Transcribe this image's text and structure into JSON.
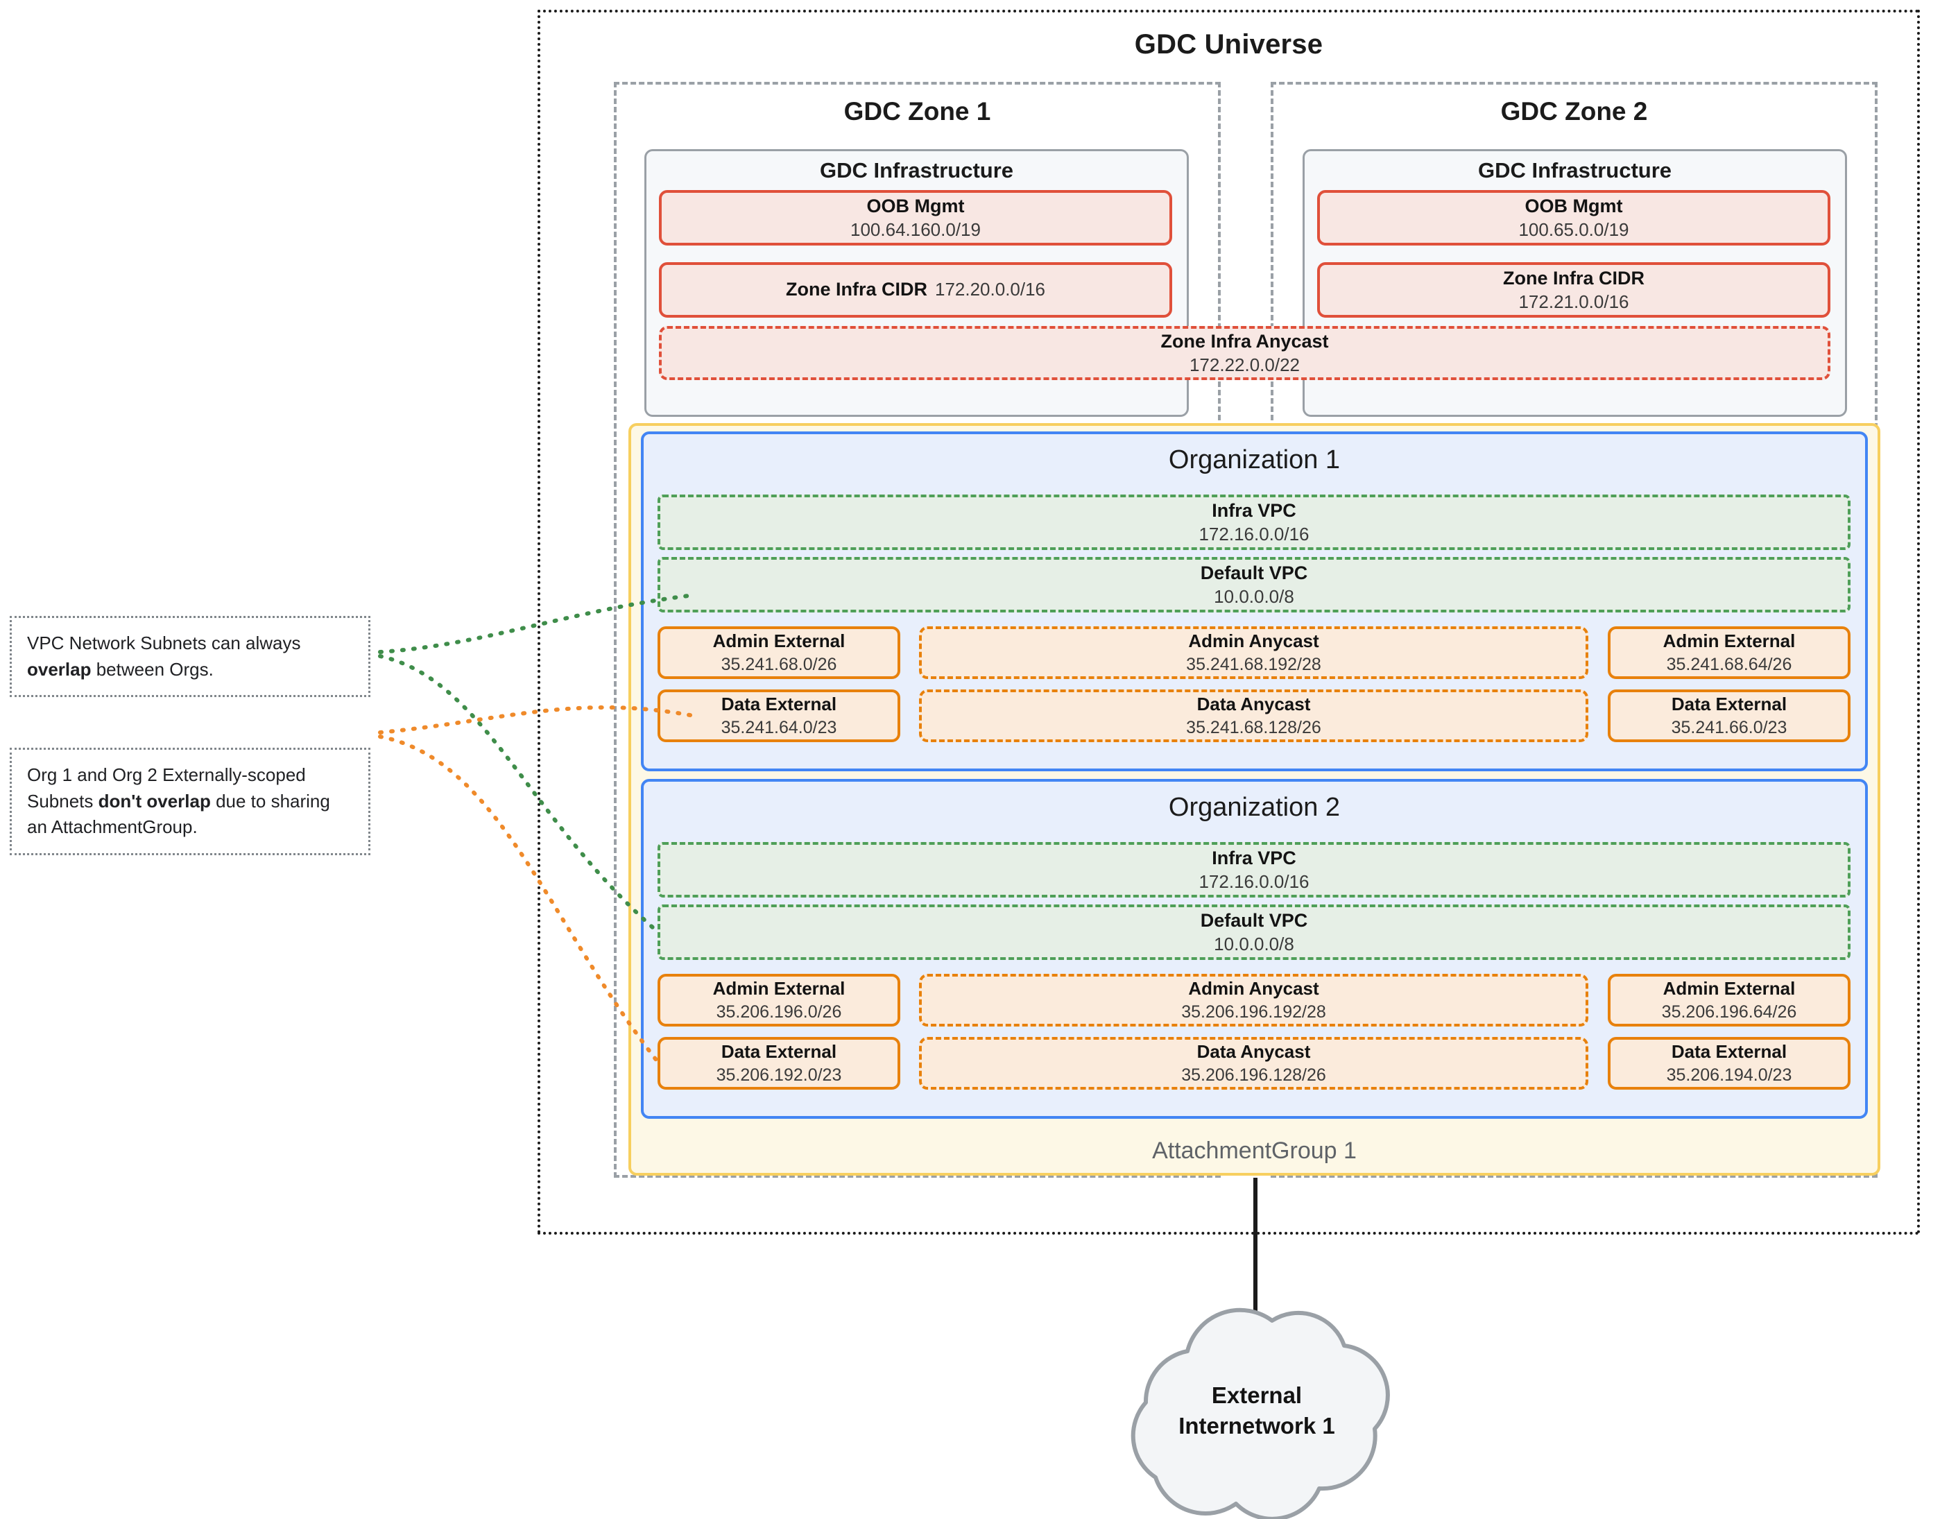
{
  "universe": {
    "title": "GDC Universe"
  },
  "zones": [
    {
      "title": "GDC Zone 1",
      "infra_title": "GDC Infrastructure",
      "oob": {
        "label": "OOB Mgmt",
        "cidr": "100.64.160.0/19"
      },
      "zone_cidr": {
        "label": "Zone Infra CIDR",
        "cidr": "172.20.0.0/16"
      }
    },
    {
      "title": "GDC Zone 2",
      "infra_title": "GDC Infrastructure",
      "oob": {
        "label": "OOB Mgmt",
        "cidr": "100.65.0.0/19"
      },
      "zone_cidr": {
        "label": "Zone Infra CIDR",
        "cidr": "172.21.0.0/16"
      }
    }
  ],
  "zone_anycast": {
    "label": "Zone Infra Anycast",
    "cidr": "172.22.0.0/22"
  },
  "attachment_group": {
    "label": "AttachmentGroup 1"
  },
  "organizations": [
    {
      "title": "Organization 1",
      "infra_vpc": {
        "label": "Infra VPC",
        "cidr": "172.16.0.0/16"
      },
      "default_vpc": {
        "label": "Default VPC",
        "cidr": "10.0.0.0/8"
      },
      "admin_external_left": {
        "label": "Admin External",
        "cidr": "35.241.68.0/26"
      },
      "admin_anycast": {
        "label": "Admin Anycast",
        "cidr": "35.241.68.192/28"
      },
      "admin_external_right": {
        "label": "Admin External",
        "cidr": "35.241.68.64/26"
      },
      "data_external_left": {
        "label": "Data External",
        "cidr": "35.241.64.0/23"
      },
      "data_anycast": {
        "label": "Data Anycast",
        "cidr": "35.241.68.128/26"
      },
      "data_external_right": {
        "label": "Data External",
        "cidr": "35.241.66.0/23"
      }
    },
    {
      "title": "Organization 2",
      "infra_vpc": {
        "label": "Infra VPC",
        "cidr": "172.16.0.0/16"
      },
      "default_vpc": {
        "label": "Default VPC",
        "cidr": "10.0.0.0/8"
      },
      "admin_external_left": {
        "label": "Admin External",
        "cidr": "35.206.196.0/26"
      },
      "admin_anycast": {
        "label": "Admin Anycast",
        "cidr": "35.206.196.192/28"
      },
      "admin_external_right": {
        "label": "Admin External",
        "cidr": "35.206.196.64/26"
      },
      "data_external_left": {
        "label": "Data External",
        "cidr": "35.206.192.0/23"
      },
      "data_anycast": {
        "label": "Data Anycast",
        "cidr": "35.206.196.128/26"
      },
      "data_external_right": {
        "label": "Data External",
        "cidr": "35.206.194.0/23"
      }
    }
  ],
  "callouts": [
    {
      "prefix": "VPC Network Subnets can always ",
      "emphasis": "overlap",
      "suffix": " between Orgs."
    },
    {
      "prefix": "Org 1 and Org 2 Externally-scoped Subnets ",
      "emphasis": "don't overlap",
      "suffix": " due to sharing an AttachmentGroup."
    }
  ],
  "external_network": {
    "line1": "External",
    "line2": "Internetwork 1"
  },
  "colors": {
    "universe_border": "#1b1b1b",
    "zone_border": "#9aa0a6",
    "infra_panel_border": "#9aa0a6",
    "infra_panel_fill": "#f6f8fa",
    "red_border": "#e0503a",
    "red_fill": "#f8e7e3",
    "org_border": "#4285f4",
    "org_fill": "#e8effc",
    "vpc_border": "#4f9f58",
    "vpc_fill": "#e6efe6",
    "subnet_border": "#e8810c",
    "subnet_fill": "#fbebdc",
    "attachment_border": "#f7cf5f",
    "attachment_fill": "#fdf8e6",
    "cloud_border": "#9aa0a6",
    "cloud_fill": "#f3f5f7",
    "connector_green": "#3f8d4a",
    "connector_orange": "#ef8a2a"
  }
}
